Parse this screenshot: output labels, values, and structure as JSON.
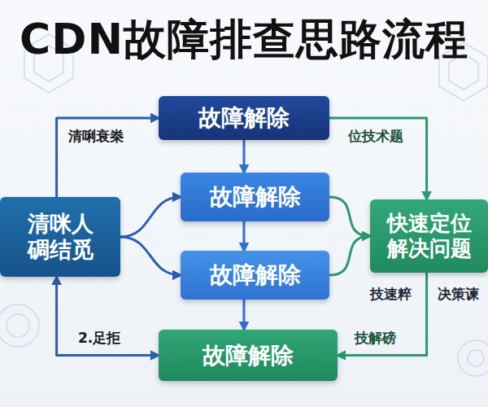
{
  "diagram": {
    "title": "CDN故障排查思路流程",
    "nodes": [
      {
        "text": [
          "清咪人 碉结觅"
        ]
      },
      {
        "text": [
          "故障解除"
        ]
      },
      {
        "text": [
          "故障解除"
        ]
      },
      {
        "text": [
          "故障解除"
        ]
      },
      {
        "text": [
          "故障解除"
        ]
      },
      {
        "text": [
          "快速定位 解决问题"
        ]
      }
    ],
    "edges": [
      {
        "from": 0,
        "to": 1,
        "label": "清唎衰桊",
        "arrow": "to"
      },
      {
        "from": 1,
        "to": 2,
        "arrow": "to"
      },
      {
        "from": 2,
        "to": 3,
        "arrow": "to"
      },
      {
        "from": 3,
        "to": 4,
        "arrow": "to"
      },
      {
        "from": 0,
        "to": 2,
        "arrow": "to"
      },
      {
        "from": 0,
        "to": 3,
        "arrow": "to"
      },
      {
        "from": 2,
        "to": 5,
        "arrow": "to"
      },
      {
        "from": 3,
        "to": 5,
        "arrow": "to"
      },
      {
        "from": 1,
        "to": 5,
        "label": "位技术题",
        "arrow": "to"
      },
      {
        "from": 5,
        "to": 4,
        "label": "技解磅",
        "arrow": "to"
      },
      {
        "from": 0,
        "to": 4,
        "label": "2.足拒",
        "arrow": "both"
      }
    ],
    "labels": [
      "技速粹",
      "决策谏"
    ]
  }
}
